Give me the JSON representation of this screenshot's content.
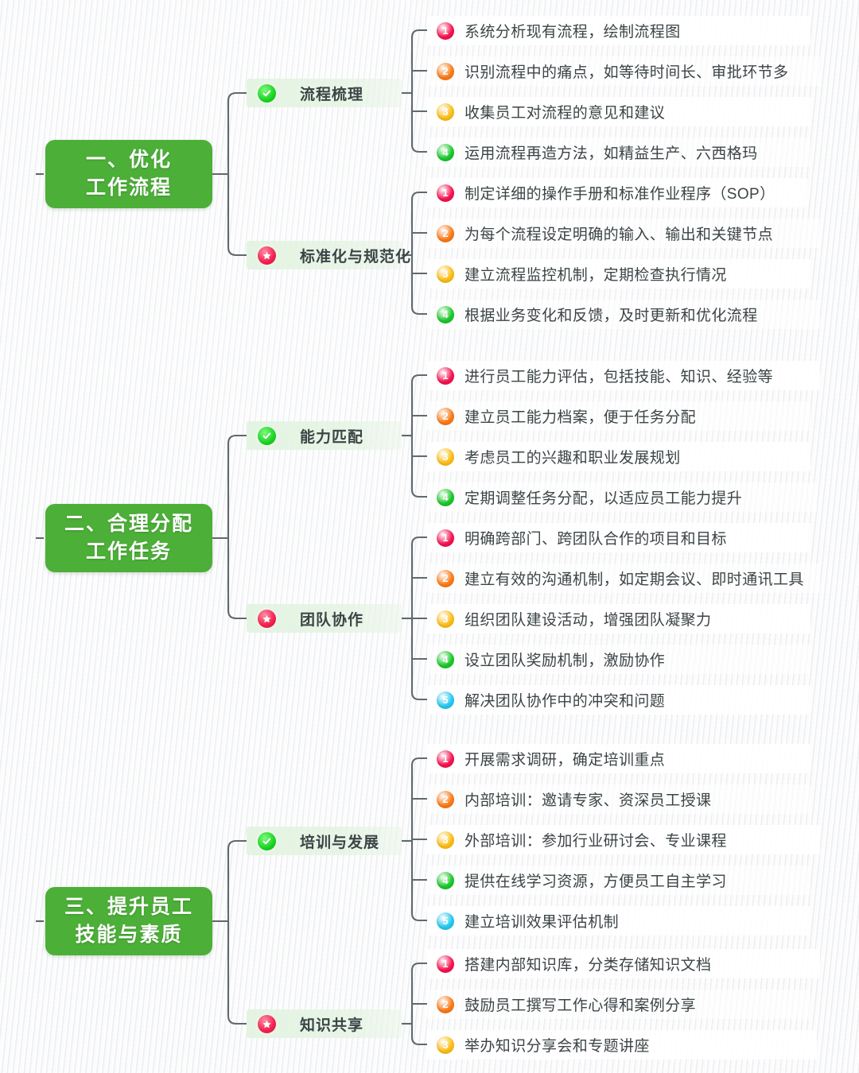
{
  "theme": {
    "section_bg": "#4caf38",
    "section_text": "#ffffff",
    "branch_bg": "#e2f3e0",
    "branch_text": "#3b4446",
    "leaf_text": "#3c4446",
    "connector": "#5f6a6e",
    "background": "#f1f2f4",
    "badge_colors": [
      "#f5124f",
      "#fb7a16",
      "#fcbd15",
      "#19c829",
      "#25c8f0"
    ],
    "branch_icon_check_color": "#17d11f",
    "branch_icon_star_color": "#f4224f"
  },
  "sections": [
    {
      "id": "section-1",
      "title_lines": [
        "一、优化",
        "工作流程"
      ],
      "branches": [
        {
          "id": "branch-liucheng-shuli",
          "label": "流程梳理",
          "icon": "check-circle-icon",
          "icon_type": "check",
          "leaves": [
            {
              "num": "1",
              "text": "系统分析现有流程，绘制流程图"
            },
            {
              "num": "2",
              "text": "识别流程中的痛点，如等待时间长、审批环节多"
            },
            {
              "num": "3",
              "text": "收集员工对流程的意见和建议"
            },
            {
              "num": "4",
              "text": "运用流程再造方法，如精益生产、六西格玛"
            }
          ]
        },
        {
          "id": "branch-biaozhunhua",
          "label": "标准化与规范化",
          "icon": "star-circle-icon",
          "icon_type": "star",
          "leaves": [
            {
              "num": "1",
              "text": "制定详细的操作手册和标准作业程序（SOP）"
            },
            {
              "num": "2",
              "text": "为每个流程设定明确的输入、输出和关键节点"
            },
            {
              "num": "3",
              "text": "建立流程监控机制，定期检查执行情况"
            },
            {
              "num": "4",
              "text": "根据业务变化和反馈，及时更新和优化流程"
            }
          ]
        }
      ]
    },
    {
      "id": "section-2",
      "title_lines": [
        "二、合理分配",
        "工作任务"
      ],
      "branches": [
        {
          "id": "branch-nengli-pipei",
          "label": "能力匹配",
          "icon": "check-circle-icon",
          "icon_type": "check",
          "leaves": [
            {
              "num": "1",
              "text": "进行员工能力评估，包括技能、知识、经验等"
            },
            {
              "num": "2",
              "text": "建立员工能力档案，便于任务分配"
            },
            {
              "num": "3",
              "text": "考虑员工的兴趣和职业发展规划"
            },
            {
              "num": "4",
              "text": "定期调整任务分配，以适应员工能力提升"
            }
          ]
        },
        {
          "id": "branch-tuandui-xiezuo",
          "label": "团队协作",
          "icon": "star-circle-icon",
          "icon_type": "star",
          "leaves": [
            {
              "num": "1",
              "text": "明确跨部门、跨团队合作的项目和目标"
            },
            {
              "num": "2",
              "text": "建立有效的沟通机制，如定期会议、即时通讯工具"
            },
            {
              "num": "3",
              "text": "组织团队建设活动，增强团队凝聚力"
            },
            {
              "num": "4",
              "text": "设立团队奖励机制，激励协作"
            },
            {
              "num": "5",
              "text": "解决团队协作中的冲突和问题"
            }
          ]
        }
      ]
    },
    {
      "id": "section-3",
      "title_lines": [
        "三、提升员工",
        "技能与素质"
      ],
      "branches": [
        {
          "id": "branch-peixun-fazhan",
          "label": "培训与发展",
          "icon": "check-circle-icon",
          "icon_type": "check",
          "leaves": [
            {
              "num": "1",
              "text": "开展需求调研，确定培训重点"
            },
            {
              "num": "2",
              "text": "内部培训：邀请专家、资深员工授课"
            },
            {
              "num": "3",
              "text": "外部培训：参加行业研讨会、专业课程"
            },
            {
              "num": "4",
              "text": "提供在线学习资源，方便员工自主学习"
            },
            {
              "num": "5",
              "text": "建立培训效果评估机制"
            }
          ]
        },
        {
          "id": "branch-zhishi-gongxiang",
          "label": "知识共享",
          "icon": "star-circle-icon",
          "icon_type": "star",
          "leaves": [
            {
              "num": "1",
              "text": "搭建内部知识库，分类存储知识文档"
            },
            {
              "num": "2",
              "text": "鼓励员工撰写工作心得和案例分享"
            },
            {
              "num": "3",
              "text": "举办知识分享会和专题讲座"
            }
          ]
        }
      ]
    }
  ]
}
